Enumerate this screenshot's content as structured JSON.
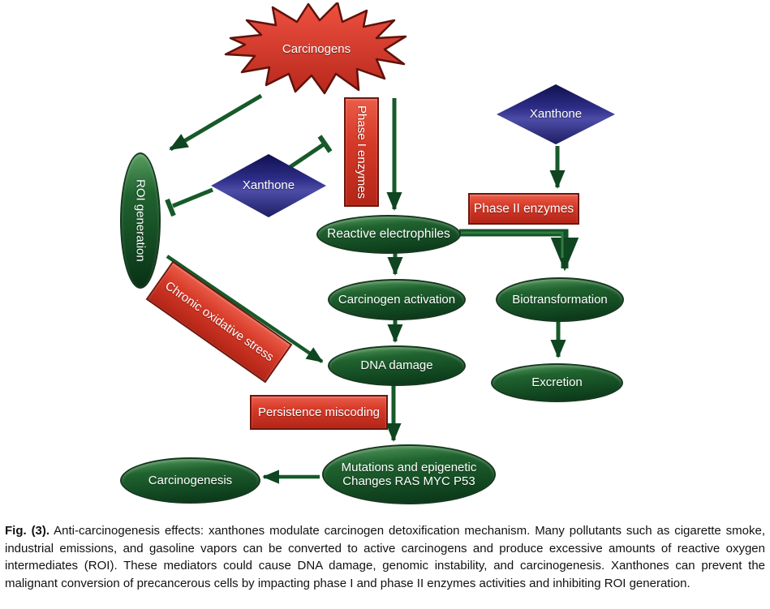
{
  "figure": {
    "caption_label": "Fig. (3).",
    "caption_text": "Anti-carcinogenesis effects: xanthones modulate carcinogen detoxification mechanism. Many pollutants such as cigarette smoke, industrial emissions, and gasoline vapors can be converted to active carcinogens and produce excessive amounts of reactive oxygen intermediates (ROI). These mediators could cause DNA damage, genomic instability, and carcinogenesis. Xanthones can prevent the malignant conversion of precancerous cells by impacting phase I and phase II enzymes activities and inhibiting ROI generation."
  },
  "nodes": {
    "carcinogens": {
      "label": "Carcinogens",
      "shape": "starburst"
    },
    "xanthone_left": {
      "label": "Xanthone",
      "shape": "diamond"
    },
    "xanthone_right": {
      "label": "Xanthone",
      "shape": "diamond"
    },
    "roi_generation": {
      "label": "ROI generation",
      "shape": "ellipse"
    },
    "phase1_enzymes": {
      "label": "Phase I enzymes",
      "shape": "rect"
    },
    "phase2_enzymes": {
      "label": "Phase II enzymes",
      "shape": "rect"
    },
    "reactive_electrophiles": {
      "label": "Reactive electrophiles",
      "shape": "ellipse"
    },
    "carcinogen_activation": {
      "label": "Carcinogen activation",
      "shape": "ellipse"
    },
    "biotransformation": {
      "label": "Biotransformation",
      "shape": "ellipse"
    },
    "dna_damage": {
      "label": "DNA damage",
      "shape": "ellipse"
    },
    "excretion": {
      "label": "Excretion",
      "shape": "ellipse"
    },
    "chronic_oxidative_stress": {
      "label": "Chronic oxidative stress",
      "shape": "rect"
    },
    "persistence_miscoding": {
      "label": "Persistence miscoding",
      "shape": "rect"
    },
    "mutations": {
      "line1": "Mutations and epigenetic",
      "line2": "Changes RAS MYC P53",
      "shape": "ellipse"
    },
    "carcinogenesis": {
      "label": "Carcinogenesis",
      "shape": "ellipse"
    }
  },
  "edges": [
    {
      "from": "Carcinogens",
      "to": "ROI generation",
      "type": "arrow"
    },
    {
      "from": "Carcinogens",
      "to": "Reactive electrophiles",
      "type": "arrow"
    },
    {
      "from": "Xanthone (left)",
      "to": "Phase I enzymes",
      "type": "inhibition"
    },
    {
      "from": "Xanthone (left)",
      "to": "ROI generation",
      "type": "inhibition"
    },
    {
      "from": "Xanthone (right)",
      "to": "Phase II enzymes",
      "type": "arrow"
    },
    {
      "from": "ROI generation",
      "to": "DNA damage",
      "type": "arrow",
      "via": "Chronic oxidative stress"
    },
    {
      "from": "Reactive electrophiles",
      "to": "Carcinogen activation",
      "type": "arrow"
    },
    {
      "from": "Reactive electrophiles",
      "to": "Biotransformation",
      "type": "arrow",
      "via": "Phase II enzymes"
    },
    {
      "from": "Carcinogen activation",
      "to": "DNA damage",
      "type": "arrow"
    },
    {
      "from": "Biotransformation",
      "to": "Excretion",
      "type": "arrow"
    },
    {
      "from": "DNA damage",
      "to": "Mutations and epigenetic Changes RAS MYC P53",
      "type": "arrow",
      "via": "Persistence miscoding"
    },
    {
      "from": "Mutations and epigenetic Changes RAS MYC P53",
      "to": "Carcinogenesis",
      "type": "arrow"
    }
  ],
  "colors": {
    "node_green_dark": "#0d3d1c",
    "node_green_light": "#5a9f63",
    "node_red": "#d63a28",
    "node_red_border": "#6e150c",
    "node_blue": "#2c2c86",
    "arrow_green": "#175a2a",
    "burst_red_top": "#ef5140",
    "burst_red_bottom": "#b7281c",
    "label_text": "#ffffff",
    "caption_text": "#111111"
  }
}
